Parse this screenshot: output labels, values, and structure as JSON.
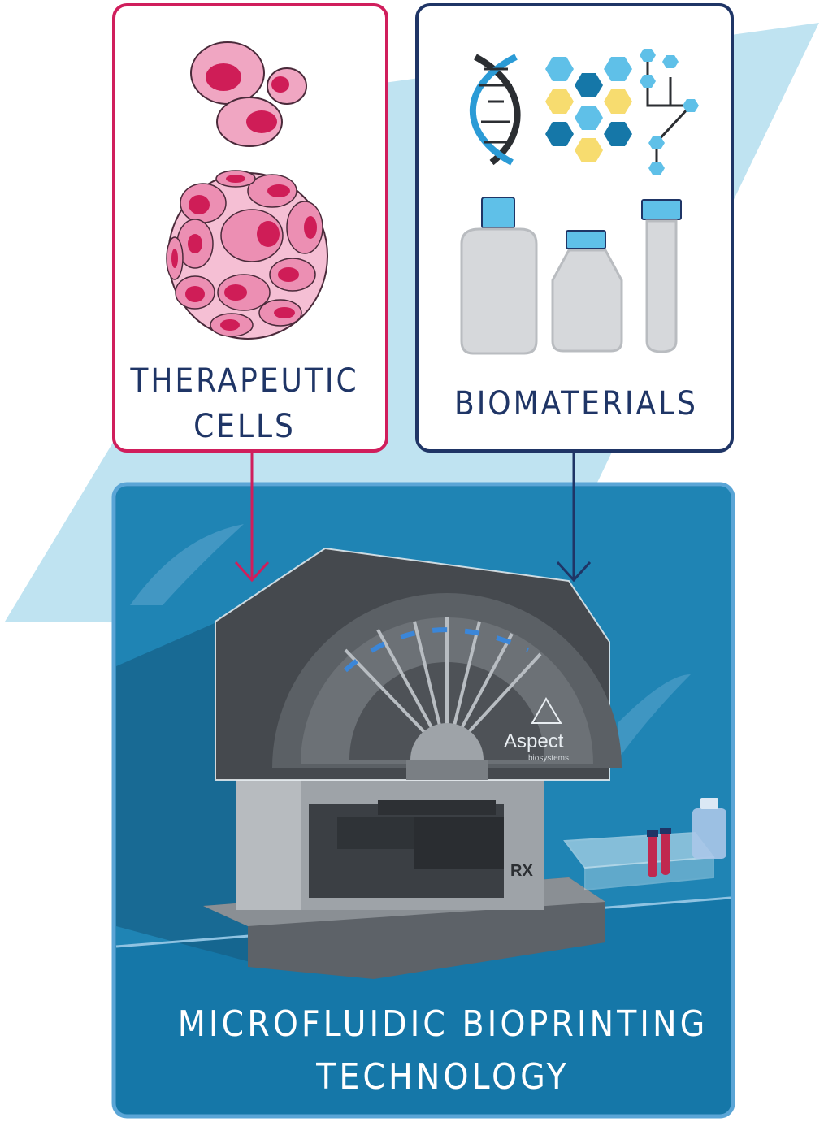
{
  "panels": {
    "cells": {
      "title_line1": "THERAPEUTIC",
      "title_line2": "CELLS"
    },
    "biomaterials": {
      "title": "BIOMATERIALS"
    },
    "technology": {
      "title_line1": "MICROFLUIDIC BIOPRINTING",
      "title_line2": "TECHNOLOGY"
    }
  },
  "printer": {
    "brand": "Aspect",
    "brand_sub": "biosystems",
    "model": "RX"
  },
  "colors": {
    "cells_border": "#d01e5c",
    "bio_border": "#1f3566",
    "title_text": "#1f3566",
    "light_band": "#bfe3f1",
    "tech_panel": "#1577a8",
    "tech_panel_border": "#5aa5d6",
    "cell_fill": "#f0a6c2",
    "cell_nucleus": "#cf1d57"
  }
}
